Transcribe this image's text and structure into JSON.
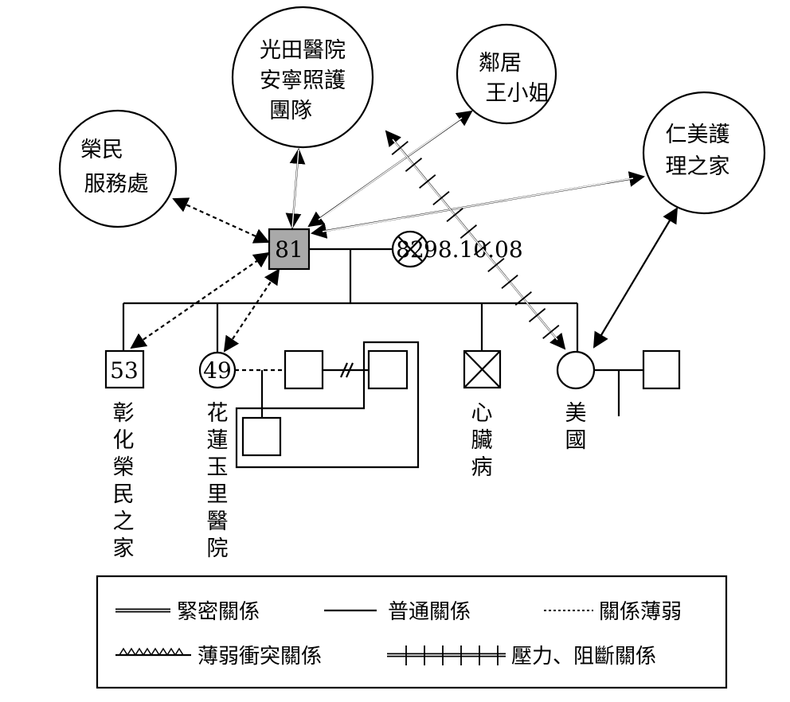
{
  "nodes": {
    "hospital": [
      "光田醫院",
      "安寧照護",
      "團隊"
    ],
    "neighbor": [
      "鄰居",
      "王小姐"
    ],
    "veterans_office": [
      "榮民",
      "服務處"
    ],
    "nursing_home": [
      "仁美護",
      "理之家"
    ],
    "self_age": "81",
    "spouse_age": "82",
    "spouse_death_date": "98.10.08",
    "son1_age": "53",
    "daughter_age": "49",
    "son1_label": [
      "彰",
      "化",
      "榮",
      "民",
      "之",
      "家"
    ],
    "daughter_label": [
      "花",
      "蓮",
      "玉",
      "里",
      "醫",
      "院"
    ],
    "deceased_son_label": [
      "心",
      "臟",
      "病"
    ],
    "daughter2_label": [
      "美",
      "國"
    ]
  },
  "legend": {
    "close": "緊密關係",
    "normal": "普通關係",
    "weak": "關係薄弱",
    "weak_conflict": "薄弱衝突關係",
    "stress": "壓力、阻斷關係"
  },
  "colors": {
    "self_fill": "#a9a9a9"
  }
}
